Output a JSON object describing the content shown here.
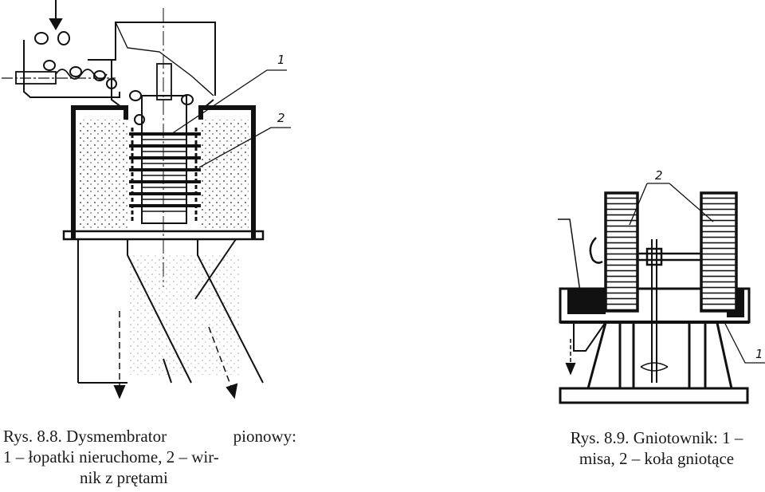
{
  "figures": [
    {
      "id": "fig-8-8",
      "callouts": [
        "1",
        "2"
      ],
      "caption_lines": [
        [
          "Rys. 8.8. Dysmembrator",
          "pionowy:"
        ],
        [
          "1 – łopatki nieruchome, 2 – wir-"
        ],
        [
          "nik z prętami"
        ]
      ]
    },
    {
      "id": "fig-8-9",
      "callouts": [
        "2",
        "1"
      ],
      "caption_lines": [
        [
          "Rys. 8.9. Gniotownik: 1 –"
        ],
        [
          "misa, 2 – koła gniotące"
        ]
      ]
    }
  ]
}
